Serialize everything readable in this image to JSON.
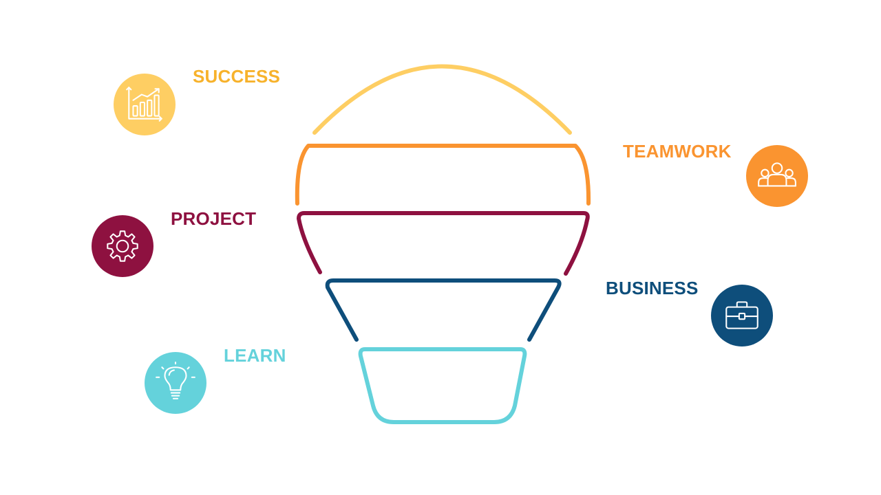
{
  "segments": [
    {
      "key": "success",
      "label": "SUCCESS",
      "color": "#FECE63",
      "icon": "bar-chart-icon"
    },
    {
      "key": "teamwork",
      "label": "TEAMWORK",
      "color": "#FA9430",
      "icon": "team-icon"
    },
    {
      "key": "project",
      "label": "PROJECT",
      "color": "#8E1140",
      "icon": "gear-icon"
    },
    {
      "key": "business",
      "label": "BUSINESS",
      "color": "#0E4E7B",
      "icon": "briefcase-icon"
    },
    {
      "key": "learn",
      "label": "LEARN",
      "color": "#64D2DB",
      "icon": "lightbulb-icon"
    }
  ]
}
